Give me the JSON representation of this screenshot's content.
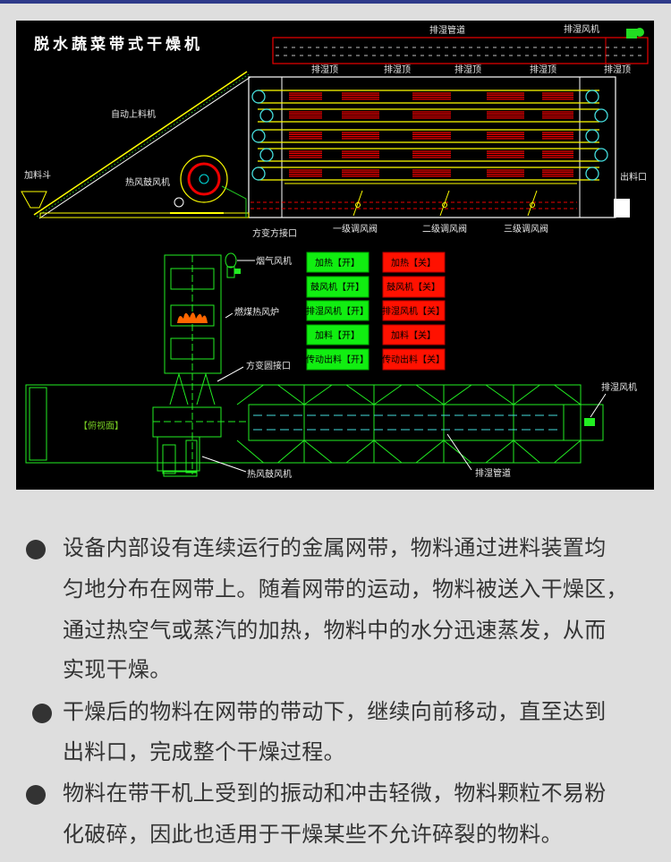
{
  "diagram": {
    "title": "脱水蔬菜带式干燥机",
    "labels": {
      "exhaust_duct": "排湿管道",
      "exhaust_fan": "排湿风机",
      "exhaust_top": "排湿顶",
      "auto_feeder": "自动上料机",
      "hopper": "加料斗",
      "hot_air_blower": "热风鼓风机",
      "square_adapter": "方变方接口",
      "valve_1": "一级调风阀",
      "valve_2": "二级调风阀",
      "valve_3": "三级调风阀",
      "outlet": "出料口",
      "flue_fan": "烟气风机",
      "coal_furnace": "燃煤热风炉",
      "round_adapter": "方变圆接口",
      "top_view": "【俯视面】",
      "blower_bottom": "热风鼓风机",
      "duct_bottom": "排湿管道",
      "fan_bottom": "排湿风机"
    },
    "buttons_on": [
      "加热【开】",
      "鼓风机【开】",
      "排湿风机【开】",
      "加料【开】",
      "传动出料【开】"
    ],
    "buttons_off": [
      "加热【关】",
      "鼓风机【关】",
      "排湿风机【关】",
      "加料【关】",
      "传动出料【关】"
    ]
  },
  "paragraphs": [
    {
      "lines": [
        "设备内部设有连续运行的金属网带，物料通过进料装置均",
        "匀地分布在网带上。随着网带的运动，物料被送入干燥区，",
        "通过热空气或蒸汽的加热，物料中的水分迅速蒸发，从而",
        "实现干燥。"
      ]
    },
    {
      "lines": [
        "干燥后的物料在网带的带动下，继续向前移动，直至达到",
        "出料口，完成整个干燥过程。"
      ]
    },
    {
      "lines": [
        "物料在带干机上受到的振动和冲击轻微，物料颗粒不易粉",
        "化破碎，因此也适用于干燥某些不允许碎裂的物料。"
      ]
    }
  ]
}
